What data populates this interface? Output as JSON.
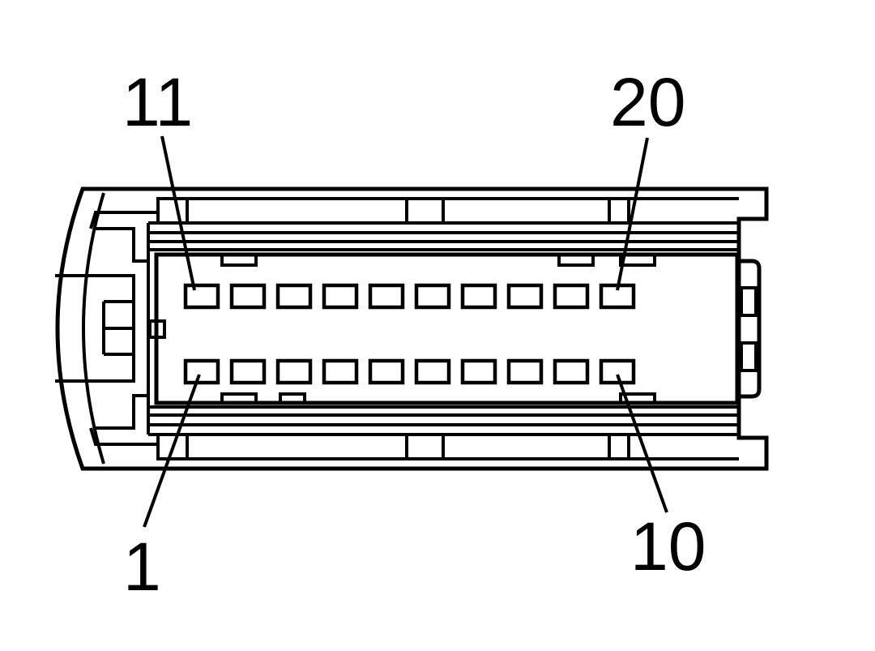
{
  "pin_labels": {
    "top_left": "11",
    "top_right": "20",
    "bottom_left": "1",
    "bottom_right": "10"
  },
  "connector": {
    "pins_per_row": 10,
    "rows": 2,
    "top_row_first_pin": 11,
    "top_row_last_pin": 20,
    "bottom_row_first_pin": 1,
    "bottom_row_last_pin": 10
  }
}
